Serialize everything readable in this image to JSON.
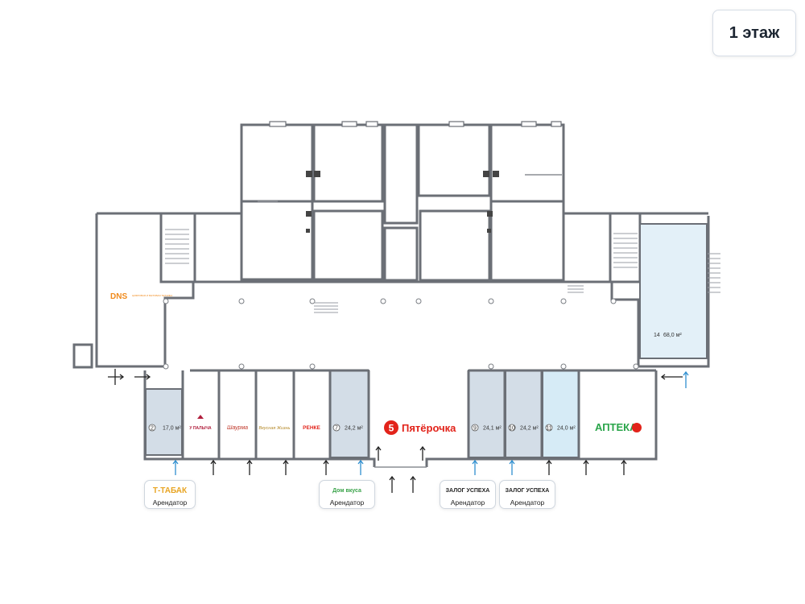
{
  "floor": {
    "label": "1 этаж"
  },
  "units": [
    {
      "number": "2",
      "area": "17,0 м²"
    },
    {
      "number": "7",
      "area": "24,2 м²"
    },
    {
      "number": "9",
      "area": "24,1 м²"
    },
    {
      "number": "10",
      "area": "24,2 м²"
    },
    {
      "number": "11",
      "area": "24,0 м²"
    },
    {
      "number": "14",
      "area": "68,0 м²"
    }
  ],
  "tenants_on_plan": {
    "dns": "DNS",
    "dns_sub": "ЦИФРОВАЯ И БЫТОВАЯ ТЕХНИКА",
    "u_palycha": "У ПАЛЫЧА",
    "shaurma": "Шаурма",
    "vkusnaya_zhizn": "Вкусная Жизнь",
    "renke": "РЕНКЕ",
    "pyaterochka": "Пятёрочка",
    "pyaterochka_mark": "5",
    "apteka": "АПТЕКА"
  },
  "cards": [
    {
      "logo": "Т-ТАБАК",
      "role": "Арендатор",
      "color": "#e8a524"
    },
    {
      "logo": "Дом вкуса",
      "role": "Арендатор",
      "color": "#3aa34a"
    },
    {
      "logo": "ЗАЛОГ УСПЕХА",
      "role": "Арендатор",
      "color": "#222222"
    },
    {
      "logo": "ЗАЛОГ УСПЕХА",
      "role": "Арендатор",
      "color": "#222222"
    }
  ],
  "colors": {
    "unit_grey": "#d3dde7",
    "unit_blue": "#e3f0f8",
    "pyaterochka_red": "#e2231a",
    "apteka_green": "#2aa54a",
    "dns_orange": "#f08a1c",
    "arrow_blue": "#2f8fd0"
  }
}
